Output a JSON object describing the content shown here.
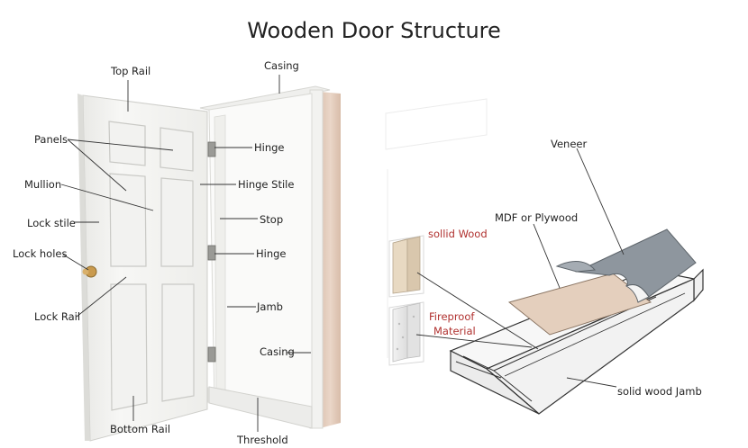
{
  "title": "Wooden Door  Structure",
  "labels": {
    "top_rail": "Top Rail",
    "casing_top": "Casing",
    "panels": "Panels",
    "hinge_upper": "Hinge",
    "mullion": "Mullion",
    "hinge_stile": "Hinge Stile",
    "lock_stile": "Lock stile",
    "stop": "Stop",
    "lock_holes": "Lock holes",
    "hinge_lower": "Hinge",
    "lock_rail": "Lock Rail",
    "jamb": "Jamb",
    "casing_bottom": "Casing",
    "bottom_rail": "Bottom Rail",
    "threshold": "Threshold",
    "veneer": "Veneer",
    "mdf_plywood": "MDF or Plywood",
    "solid_wood": "sollid Wood",
    "fireproof_line1": "Fireproof",
    "fireproof_line2": "Material",
    "solid_wood_jamb": "solid wood Jamb"
  },
  "colors": {
    "label_text": "#222222",
    "accent_red": "#b0302e",
    "door_white": "#f4f4f2",
    "casing_wood": "#e6cfbf",
    "veneer_gray": "#8e969e",
    "mdf_tan": "#e4cfbd",
    "leader_line": "#333333"
  }
}
